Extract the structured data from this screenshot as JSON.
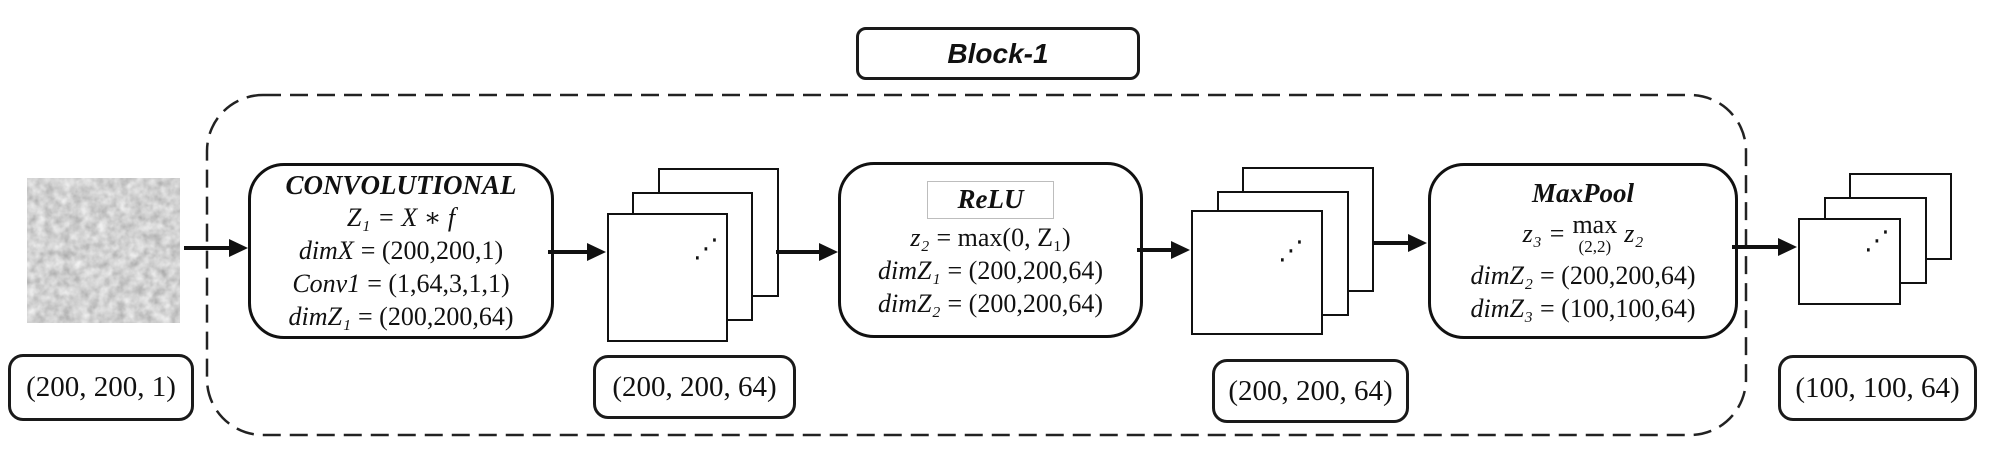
{
  "block": {
    "title": "Block-1"
  },
  "input": {
    "label": "(200, 200, 1)",
    "image_name": "grayscale-noise-texture"
  },
  "layers": {
    "conv": {
      "title": "CONVOLUTIONAL",
      "lines": [
        {
          "lhs": "Z₁",
          "rhs": "= X ∗ f"
        },
        {
          "lhs": "dimX",
          "rhs": "= (200,200,1)"
        },
        {
          "lhs": "Conv1",
          "rhs": "= (1,64,3,1,1)"
        },
        {
          "lhs": "dimZ₁",
          "rhs": "= (200,200,64)"
        }
      ]
    },
    "relu": {
      "title": "ReLU",
      "lines": [
        {
          "lhs": "z₂",
          "rhs": "= max(0, Z₁)"
        },
        {
          "lhs": "dimZ₁",
          "rhs": "= (200,200,64)"
        },
        {
          "lhs": "dimZ₂",
          "rhs": "= (200,200,64)"
        }
      ]
    },
    "maxpool": {
      "title": "MaxPool",
      "equation": {
        "lhs": "z₃",
        "eq": "=",
        "op": "max",
        "under": "(2,2)",
        "rhs": "z₂"
      },
      "lines": [
        {
          "lhs": "dimZ₂",
          "rhs": "= (200,200,64)"
        },
        {
          "lhs": "dimZ₃",
          "rhs": "= (100,100,64)"
        }
      ]
    }
  },
  "stacks": {
    "after_conv": {
      "label": "(200, 200, 64)",
      "dots": "⋰"
    },
    "after_relu": {
      "label": "(200, 200, 64)",
      "dots": "⋰"
    },
    "output": {
      "label": "(100, 100, 64)",
      "dots": "⋰"
    }
  }
}
